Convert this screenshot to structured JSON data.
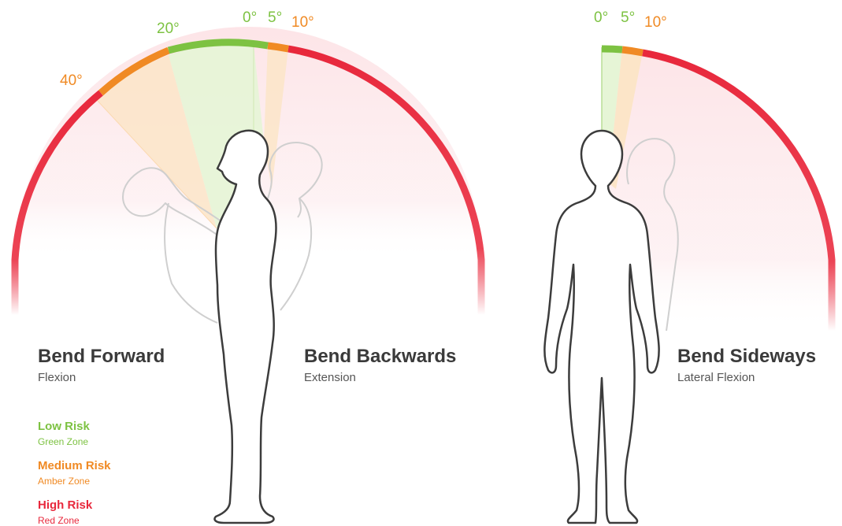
{
  "colors": {
    "green": "#7dc242",
    "amber": "#f08a24",
    "red": "#e8283c",
    "outline": "#3c3c3c",
    "ghost": "#c8c8c8"
  },
  "flexion_extension": {
    "angle_labels": [
      "40°",
      "20°",
      "0°",
      "5°",
      "10°"
    ],
    "forward": {
      "title": "Bend Forward",
      "subtitle": "Flexion"
    },
    "backward": {
      "title": "Bend Backwards",
      "subtitle": "Extension"
    }
  },
  "lateral": {
    "angle_labels": [
      "0°",
      "5°",
      "10°"
    ],
    "title": "Bend Sideways",
    "subtitle": "Lateral Flexion"
  },
  "legend": [
    {
      "title": "Low Risk",
      "subtitle": "Green Zone",
      "color": "#7dc242"
    },
    {
      "title": "Medium Risk",
      "subtitle": "Amber Zone",
      "color": "#f08a24"
    },
    {
      "title": "High Risk",
      "subtitle": "Red Zone",
      "color": "#e8283c"
    }
  ]
}
